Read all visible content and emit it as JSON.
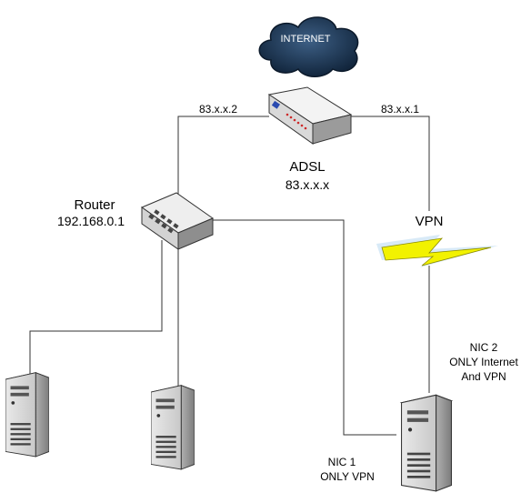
{
  "cloud": {
    "label": "INTERNET",
    "icon": "cloud-icon",
    "color": "#1f3a5c"
  },
  "adsl": {
    "title": "ADSL",
    "ip": "83.x.x.x",
    "icon": "adsl-modem-icon"
  },
  "links": {
    "left_ip": "83.x.x.2",
    "right_ip": "83.x.x.1",
    "vpn_label": "VPN"
  },
  "router": {
    "title": "Router",
    "ip": "192.168.0.1",
    "icon": "router-icon"
  },
  "nic2": {
    "line1": "NIC 2",
    "line2": "ONLY Internet",
    "line3": "And VPN"
  },
  "nic1": {
    "line1": "NIC 1",
    "line2": "ONLY VPN"
  },
  "servers": [
    {
      "icon": "server-icon"
    },
    {
      "icon": "server-icon"
    },
    {
      "icon": "server-icon"
    }
  ],
  "colors": {
    "lightning": "#f2f200",
    "lightning_glow": "#9ec7e8",
    "device_face": "#e6e6e6"
  }
}
